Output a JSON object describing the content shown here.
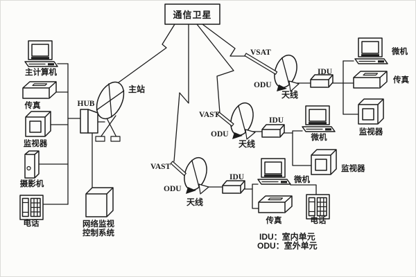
{
  "colors": {
    "ink": "#1b1b1b",
    "paper": "#fcfcfa"
  },
  "satellite": {
    "label": "通信卫星"
  },
  "main_station": {
    "label": "主站",
    "hub": "HUB"
  },
  "left": {
    "computer": "主计算机",
    "fax": "传真",
    "monitor": "监视器",
    "camera": "摄影机",
    "phone": "电话",
    "control_line1": "网络监视",
    "control_line2": "控制系统"
  },
  "vsat1": {
    "name": "VSAT",
    "odu": "ODU",
    "antenna": "天线",
    "idu": "IDU",
    "pc": "微机",
    "fax": "传真",
    "monitor": "监视器"
  },
  "vsat2": {
    "name": "VAST",
    "odu": "ODU",
    "antenna": "天线",
    "idu": "IDU",
    "pc": "微机",
    "monitor": "监视器"
  },
  "vsat3": {
    "name": "VAST",
    "odu": "ODU",
    "antenna": "天线",
    "idu": "IDU",
    "pc": "微机",
    "fax": "传真",
    "phone": "电话"
  },
  "legend": {
    "idu": "IDU：室内单元",
    "odu": "ODU：室外单元"
  }
}
